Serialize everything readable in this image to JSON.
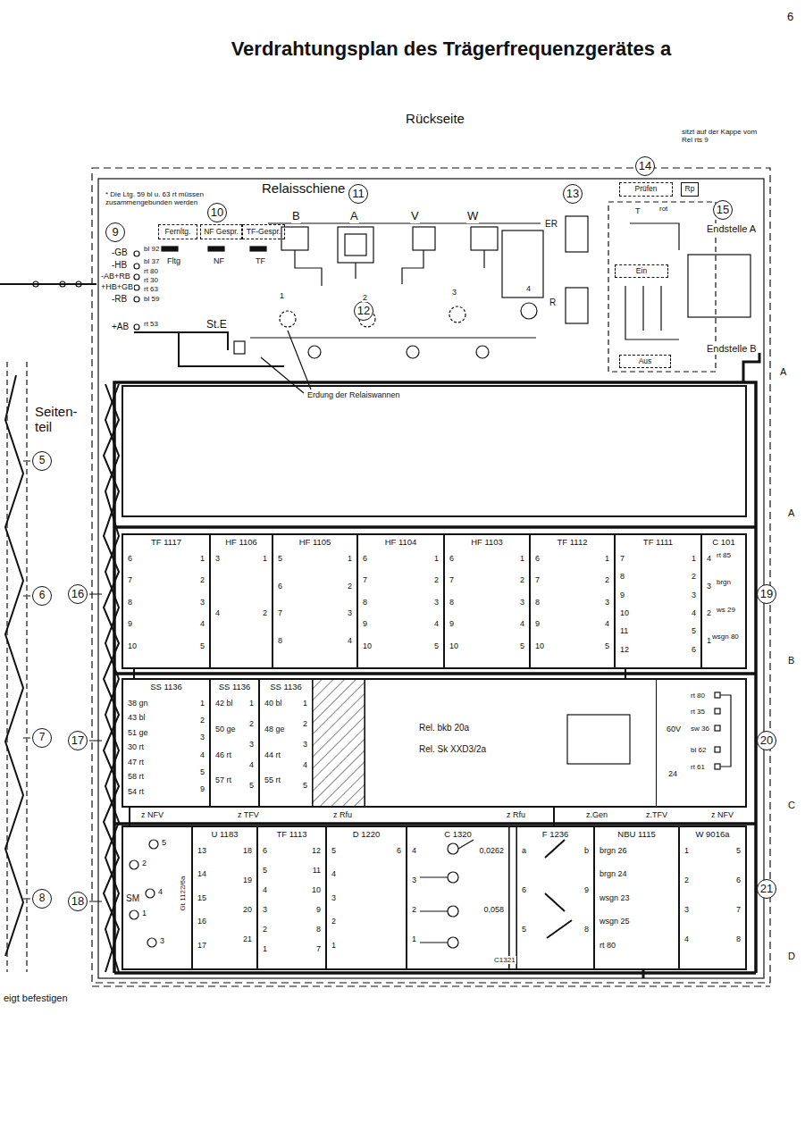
{
  "diagram": {
    "title": "Verdrahtungsplan des Trägerfrequenzgerätes a",
    "nodes": [
      {
        "text": [
          "Fernltg."
        ]
      },
      {
        "text": [
          "NF Gespr."
        ]
      },
      {
        "text": [
          "TF-Gespr."
        ]
      },
      {
        "text": [
          "Prüfen"
        ]
      },
      {
        "text": [
          "Rp"
        ]
      },
      {
        "text": [
          "Ein"
        ]
      },
      {
        "text": [
          "Aus"
        ]
      },
      {
        "text": [
          "TF 1117",
          "6",
          "7",
          "8",
          "9",
          "10",
          "1",
          "2",
          "3",
          "4",
          "5"
        ]
      },
      {
        "text": [
          "HF 1106",
          "3",
          "4",
          "1",
          "2"
        ]
      },
      {
        "text": [
          "HF 1105",
          "5",
          "6",
          "7",
          "8",
          "1",
          "2",
          "3",
          "4"
        ]
      },
      {
        "text": [
          "HF 1104",
          "6",
          "7",
          "8",
          "9",
          "10",
          "1",
          "2",
          "3",
          "4",
          "5"
        ]
      },
      {
        "text": [
          "HF 1103",
          "6",
          "7",
          "8",
          "9",
          "10",
          "1",
          "2",
          "3",
          "4",
          "5"
        ]
      },
      {
        "text": [
          "TF 1112",
          "6",
          "7",
          "8",
          "9",
          "10",
          "1",
          "2",
          "3",
          "4",
          "5"
        ]
      },
      {
        "text": [
          "TF 1111",
          "7",
          "8",
          "9",
          "10",
          "11",
          "12",
          "1",
          "2",
          "3",
          "4",
          "5",
          "6"
        ]
      },
      {
        "text": [
          "C 101",
          "4",
          "3",
          "2",
          "1"
        ]
      },
      {
        "text": [
          "SS 1136",
          "38 gn",
          "43 bl",
          "51 ge",
          "30 rt",
          "47 rt",
          "58 rt",
          "54 rt",
          "1",
          "2",
          "3",
          "4",
          "5",
          "9"
        ]
      },
      {
        "text": [
          "SS 1136",
          "42 bl",
          "50 ge",
          "46 rt",
          "57 rt",
          "1",
          "2",
          "3",
          "4",
          "5"
        ]
      },
      {
        "text": [
          "SS 1136",
          "40 bl",
          "48 ge",
          "44 rt",
          "55 rt",
          "1",
          "2",
          "3",
          "4",
          "5"
        ]
      },
      {
        "text": [
          "Rel. bkb 20a",
          "Rel. Sk XXD3/2a"
        ]
      },
      {
        "text": [
          "SM"
        ]
      },
      {
        "text": [
          "U 1183",
          "13",
          "14",
          "15",
          "16",
          "17",
          "18",
          "19",
          "20",
          "21"
        ]
      },
      {
        "text": [
          "TF 1113",
          "6",
          "5",
          "4",
          "3",
          "2",
          "1",
          "12",
          "11",
          "10",
          "9",
          "8",
          "7"
        ]
      },
      {
        "text": [
          "D 1220",
          "5",
          "4",
          "3",
          "2",
          "1",
          "6"
        ]
      },
      {
        "text": [
          "C 1320",
          "4",
          "3",
          "2",
          "1",
          "0,0262",
          "0,058"
        ]
      },
      {
        "text": [
          "F 1236",
          "a",
          "6",
          "5",
          "b",
          "9",
          "8"
        ]
      },
      {
        "text": [
          "NBU 1115",
          "brgn 26",
          "brgn 24",
          "wsgn 23",
          "wsgn 25",
          "rt 80"
        ]
      },
      {
        "text": [
          "W 9016a",
          "1",
          "2",
          "3",
          "4",
          "5",
          "6",
          "7",
          "8"
        ]
      }
    ],
    "edges": [
      {
        "from": 7,
        "to": 15,
        "arrow": "none"
      },
      {
        "from": 13,
        "to": 18,
        "arrow": "none"
      },
      {
        "from": 15,
        "to": 19,
        "arrow": "none"
      },
      {
        "from": 18,
        "to": 24,
        "arrow": "none"
      }
    ],
    "labels": [
      "6",
      "Rückseite",
      "sitzt auf der Kappe vom Rel rts 9",
      "Relaisschiene",
      "* Die Ltg. 59 bl u. 63 rt müssen zusammengebunden werden",
      "9",
      "10",
      "11",
      "12",
      "13",
      "14",
      "15",
      "Endstelle A",
      "Endstelle B",
      "St.E",
      "Erdung der Relaiswannen",
      "B",
      "A",
      "V",
      "W",
      "ER",
      "R",
      "1",
      "2",
      "3",
      "4",
      "-GB",
      "-HB",
      "-AB+RB",
      "+HB+GB",
      "-RB",
      "+AB",
      "bl 92",
      "bl 37",
      "rt 80",
      "rt 30",
      "rt 63",
      "bl 59",
      "rt 53",
      "Fltg",
      "NF",
      "TF",
      "Seiten-teil",
      "5",
      "6",
      "7",
      "8",
      "16",
      "17",
      "18",
      "19",
      "20",
      "21",
      "A",
      "A",
      "B",
      "C",
      "D",
      "z NFV",
      "z TFV",
      "z Rfu",
      "z Rfu",
      "z.Gen",
      "z.TFV",
      "z NFV",
      "Gt 1122/6a",
      "C1321",
      "60V",
      "24",
      "rt 80",
      "rt 35",
      "sw 36",
      "bl 62",
      "rt 61",
      "eigt befestigen",
      "rt 85",
      "brgn",
      "ws 29",
      "wsgn 80",
      "T",
      "rot",
      "5",
      "2",
      "4",
      "1",
      "3"
    ]
  }
}
